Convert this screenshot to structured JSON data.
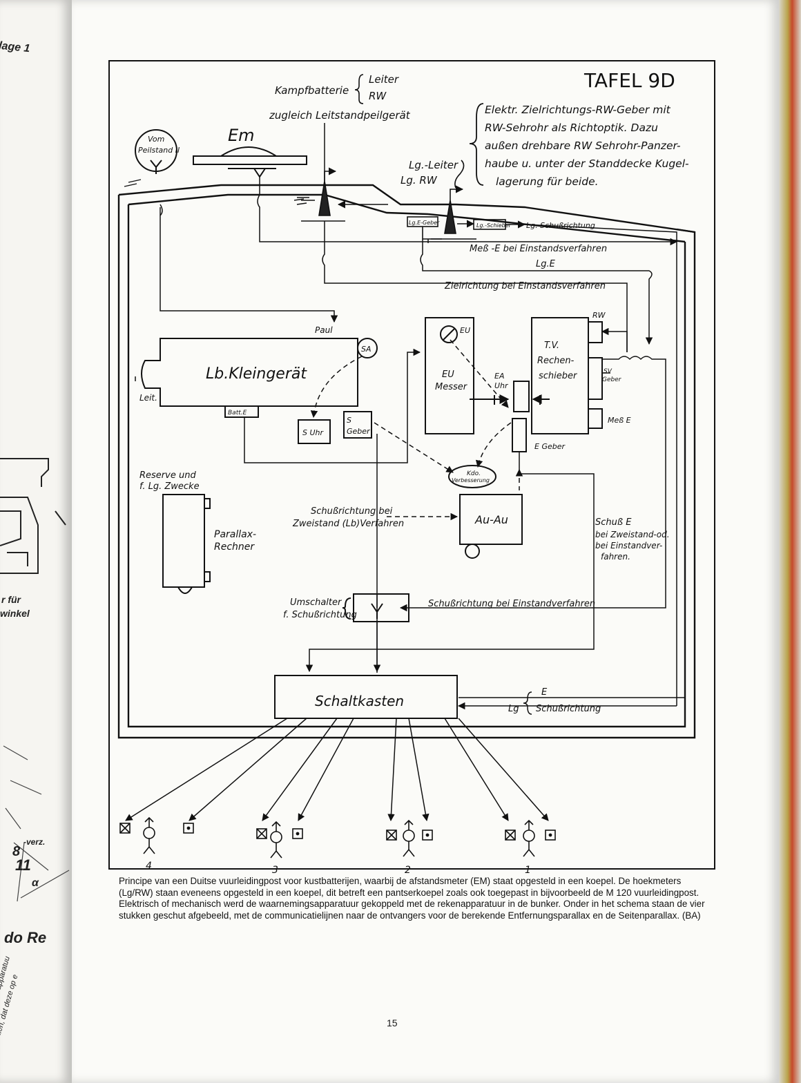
{
  "plate_title": "TAFEL 9D",
  "battery": {
    "label": "Kampfbatterie",
    "brace_items": [
      "Leiter",
      "RW"
    ],
    "subtitle": "zugleich Leitstandpeilgerät"
  },
  "note": [
    "Elektr. Zielrichtungs-RW-Geber mit",
    "RW-Sehrohr als Richtoptik. Dazu",
    "außen drehbare RW Sehrohr-Panzer-",
    "haube u. unter der Standdecke Kugel-",
    "lagerung für beide."
  ],
  "rangefinder": {
    "label": "Em",
    "side_circle": [
      "Vom",
      "Peilstand II"
    ]
  },
  "lg": {
    "leiter": "Lg.-Leiter",
    "rw": "Lg. RW",
    "e_geber": "Lg.E-Geber",
    "schieber": "Lg.-Schieber",
    "schussrichtung": "Lg. Schußrichtung"
  },
  "lines": {
    "mess_e": "Meß -E bei Einstandsverfahren",
    "lg_e": "Lg.E",
    "zielrichtung": "Zielrichtung bei Einstandsverfahren",
    "paul": "Paul",
    "leit": "Leit.",
    "schuss_zweistand": [
      "Schußrichtung bei",
      "Zweistand (Lb)Verfahren"
    ],
    "schuss_e": [
      "Schuß E",
      "bei Zweistand-od.",
      "bei Einstandver-",
      "fahren."
    ],
    "schuss_einstand": "Schußrichtung bei Einstandverfahren",
    "bottom_e": "E",
    "bottom_lg": "Lg",
    "bottom_schuss": "Schußrichtung"
  },
  "boxes": {
    "kleingeraet": "Lb.Kleingerät",
    "sa": "SA",
    "batt_e": "Batt.E",
    "s_uhr": "S Uhr",
    "s_geber": [
      "S",
      "Geber"
    ],
    "eu": "EU",
    "eu_messer": [
      "EU",
      "Messer"
    ],
    "ea_uhr": [
      "EA",
      "Uhr"
    ],
    "e_geber": "E Geber",
    "tv": [
      "T.V.",
      "Rechen-",
      "schieber"
    ],
    "rw": "RW",
    "sv_geber": [
      "SV",
      "Geber"
    ],
    "mess_e": "Meß E",
    "kdo": [
      "Kdo.",
      "Verbesserung"
    ],
    "au_au": "Au-Au",
    "reserve": [
      "Reserve und",
      "f. Lg. Zwecke"
    ],
    "parallax": [
      "Parallax-",
      "Rechner"
    ],
    "umschalter": [
      "Umschalter",
      "f. Schußrichtung"
    ],
    "schaltkasten": "Schaltkasten"
  },
  "guns": [
    "4",
    "3",
    "2",
    "1"
  ],
  "caption": "Principe van een Duitse vuurleidingpost voor kustbatterijen, waarbij de afstandsmeter (EM) staat opgesteld in een koepel. De hoekmeters (Lg/RW) staan eveneens opgesteld in een koepel, dit betreft een pantserkoepel zoals ook toegepast in bijvoorbeeld de M 120 vuurleidingpost. Elektrisch of mechanisch werd de waarnemingsapparatuur gekoppeld met de rekenapparatuur in de bunker. Onder in het schema staan de vier stukken geschut afgebeeld, met de communicatielijnen naar de ontvangers voor de berekende Entfernungsparallax en de Seitenparallax. (BA)",
  "page_number": "15",
  "left_page": {
    "tab": "lage 1",
    "fuer": "r für",
    "winkel": "winkel",
    "eight": "8",
    "verz": "-verz.",
    "eleven": "11",
    "alpha": "α",
    "do_re": "do Re",
    "rot1": "beeld is met de apparatuu",
    "rot2": "e stellen, dat deze op e"
  }
}
